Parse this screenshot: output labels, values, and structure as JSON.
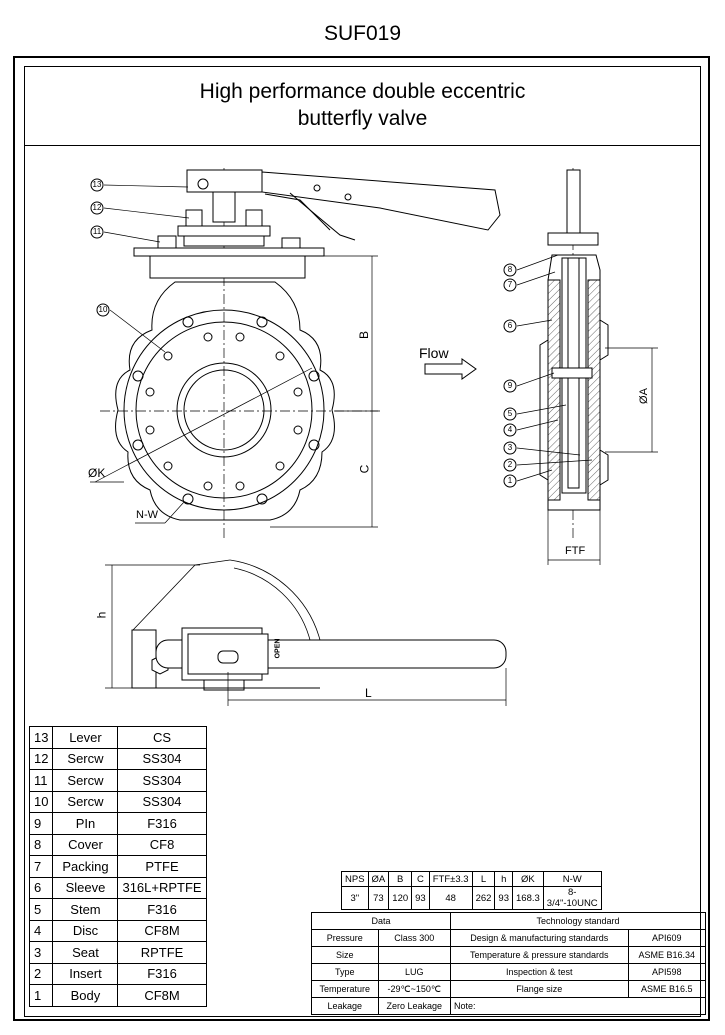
{
  "document": {
    "code": "SUF019",
    "title_line1": "High performance double eccentric",
    "title_line2": "butterfly valve"
  },
  "drawing": {
    "flow_label": "Flow",
    "dim_B": "B",
    "dim_C": "C",
    "dim_phiK": "ØK",
    "dim_NW": "N-W",
    "dim_phiA": "ØA",
    "dim_FTF": "FTF",
    "dim_h": "h",
    "dim_L": "L",
    "open_mark": "OPEN",
    "callouts_front": [
      "13",
      "12",
      "11",
      "10"
    ],
    "callouts_section": [
      "8",
      "7",
      "6",
      "9",
      "5",
      "4",
      "3",
      "2",
      "1"
    ]
  },
  "parts_table": [
    {
      "no": "13",
      "name": "Lever",
      "material": "CS"
    },
    {
      "no": "12",
      "name": "Sercw",
      "material": "SS304"
    },
    {
      "no": "11",
      "name": "Sercw",
      "material": "SS304"
    },
    {
      "no": "10",
      "name": "Sercw",
      "material": "SS304"
    },
    {
      "no": "9",
      "name": "PIn",
      "material": "F316"
    },
    {
      "no": "8",
      "name": "Cover",
      "material": "CF8"
    },
    {
      "no": "7",
      "name": "Packing",
      "material": "PTFE"
    },
    {
      "no": "6",
      "name": "Sleeve",
      "material": "316L+RPTFE"
    },
    {
      "no": "5",
      "name": "Stem",
      "material": "F316"
    },
    {
      "no": "4",
      "name": "Disc",
      "material": "CF8M"
    },
    {
      "no": "3",
      "name": "Seat",
      "material": "RPTFE"
    },
    {
      "no": "2",
      "name": "Insert",
      "material": "F316"
    },
    {
      "no": "1",
      "name": "Body",
      "material": "CF8M"
    }
  ],
  "dimensions_table": {
    "headers": [
      "NPS",
      "ØA",
      "B",
      "C",
      "FTF±3.3",
      "L",
      "h",
      "ØK",
      "N-W"
    ],
    "row": [
      "3\"",
      "73",
      "120",
      "93",
      "48",
      "262",
      "93",
      "168.3",
      "8- 3/4\"-10UNC"
    ]
  },
  "spec_table": {
    "data_header": "Data",
    "tech_header": "Technology standard",
    "rows": [
      {
        "label": "Pressure",
        "value": "Class 300",
        "std_label": "Design & manufacturing standards",
        "std_value": "API609"
      },
      {
        "label": "Size",
        "value": "",
        "std_label": "Temperature & pressure standards",
        "std_value": "ASME B16.34"
      },
      {
        "label": "Type",
        "value": "LUG",
        "std_label": "Inspection & test",
        "std_value": "API598"
      },
      {
        "label": "Temperature",
        "value": "-29℃~150℃",
        "std_label": "Flange size",
        "std_value": "ASME B16.5"
      },
      {
        "label": "Leakage",
        "value": "Zero Leakage",
        "std_label": "Note:",
        "std_value": ""
      }
    ]
  }
}
